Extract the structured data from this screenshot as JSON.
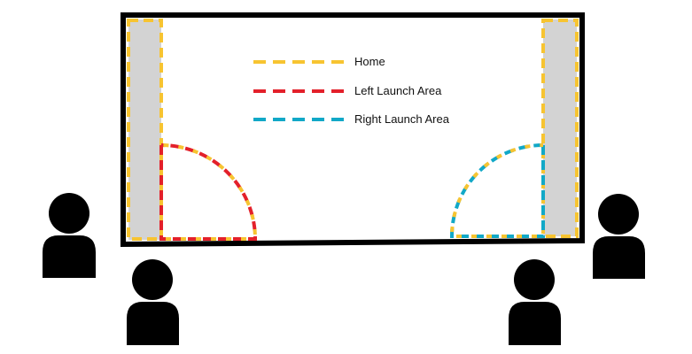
{
  "legend": {
    "items": [
      {
        "label": "Home",
        "color": "#F7C431"
      },
      {
        "label": "Left Launch Area",
        "color": "#E3202A"
      },
      {
        "label": "Right Launch Area",
        "color": "#11A8C7"
      }
    ]
  },
  "colors": {
    "field_border": "#000000",
    "side_zone_fill": "#D3D3D3",
    "person": "#000000",
    "home": "#F7C431",
    "left_launch": "#E3202A",
    "right_launch": "#11A8C7"
  },
  "icons": {
    "people": [
      "person-icon",
      "person-icon",
      "person-icon",
      "person-icon"
    ]
  }
}
